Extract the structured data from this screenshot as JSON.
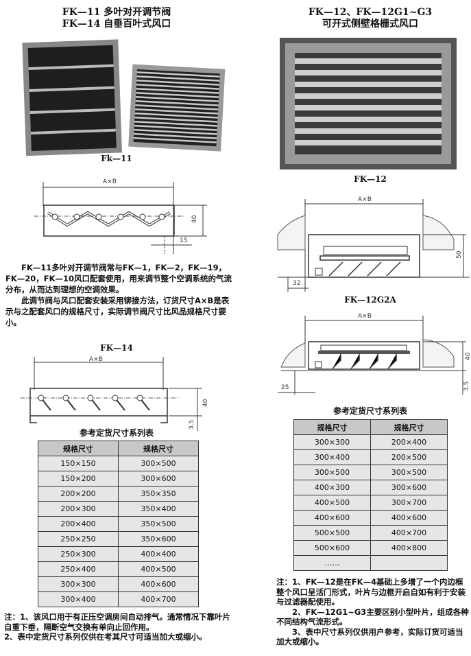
{
  "left": {
    "title_1": "FK—11  多叶对开调节阀",
    "title_2": "FK—14  自垂百叶式风口",
    "photo_caption": "Fk—11",
    "fk11_dims": {
      "width": "A×B",
      "height": "40",
      "offset": "15"
    },
    "description": [
      "FK—11多叶对开调节阀常与FK—1，FK—2，FK—19，FK—20，FK—10风口配套使用，用来调节整个空调系统的气流分布，从而达到理想的空调效果。",
      "此调节阀与风口配套安装采用铆接方法，订货尺寸A×B是表示与之配套风口的规格尺寸，实际调节阀尺寸比风品规格尺寸要小。"
    ],
    "fk14_caption": "FK—14",
    "fk14_dims": {
      "width": "A×B",
      "height": "40",
      "offset": "3.5"
    },
    "table_title": "参考定货尺寸系列表",
    "table_headers": [
      "规格尺寸",
      "规格尺寸"
    ],
    "table_rows": [
      [
        "150×150",
        "300×500"
      ],
      [
        "150×200",
        "300×600"
      ],
      [
        "200×200",
        "350×350"
      ],
      [
        "200×300",
        "350×400"
      ],
      [
        "200×400",
        "350×500"
      ],
      [
        "250×250",
        "350×600"
      ],
      [
        "250×300",
        "400×400"
      ],
      [
        "250×400",
        "400×500"
      ],
      [
        "300×300",
        "400×600"
      ],
      [
        "300×400",
        "400×700"
      ]
    ],
    "notes": [
      "注：1、该风口用于有正压空调房间自动排气。通常情况下靠叶片自重下垂，隔断空气交换有单向止回作用。",
      "2、表中定货尺寸系列仅供在考其尺寸可适当加大或缩小。"
    ]
  },
  "right": {
    "title_1": "FK—12、FK—12G1~G3",
    "title_2": "可开式侧壁格栅式风口",
    "photo_caption": "FK—12",
    "fk12_dims": {
      "width": "A×B",
      "height": "50",
      "offset": "32"
    },
    "g2a_caption": "FK—12G2A",
    "g2a_dims": {
      "width": "A×B",
      "height": "40",
      "offset": "25",
      "gap": "3.5"
    },
    "table_title": "参考定货尺寸系列表",
    "table_headers": [
      "规格尺寸",
      "规格尺寸"
    ],
    "table_rows": [
      [
        "300×300",
        "200×400"
      ],
      [
        "300×400",
        "200×500"
      ],
      [
        "300×500",
        "300×500"
      ],
      [
        "400×300",
        "300×600"
      ],
      [
        "400×500",
        "300×700"
      ],
      [
        "400×600",
        "400×600"
      ],
      [
        "500×500",
        "400×700"
      ],
      [
        "500×600",
        "400×800"
      ],
      [
        "……",
        ""
      ]
    ],
    "notes": [
      "注：1、FK—12是在FK—4基础上多增了一个内边框整个风口呈活门形式，叶片与边框开启自如有利于安装与过滤器配使用。",
      "2、FK—12G1~G3主要区别小型叶片，组成各种不同结构气流形式。",
      "3、表中尺寸系列仅供用户参考，实际订货可适当加大或缩小。"
    ]
  }
}
